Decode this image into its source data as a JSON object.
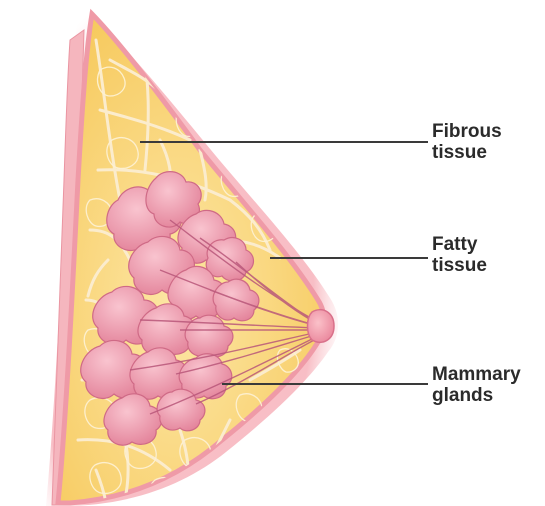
{
  "labels": {
    "fibrous": {
      "line1": "Fibrous",
      "line2": "tissue"
    },
    "fatty": {
      "line1": "Fatty",
      "line2": "tissue"
    },
    "mammary": {
      "line1": "Mammary",
      "line2": "glands"
    }
  },
  "colors": {
    "skin": "#f4a9b2",
    "skin_edge": "#e98795",
    "fat": "#fbd56e",
    "fat_light": "#fdebb0",
    "septa": "#f6d8b3",
    "gland": "#ef8fa5",
    "gland_dark": "#c9607c",
    "leader": "#3a3a3a"
  }
}
